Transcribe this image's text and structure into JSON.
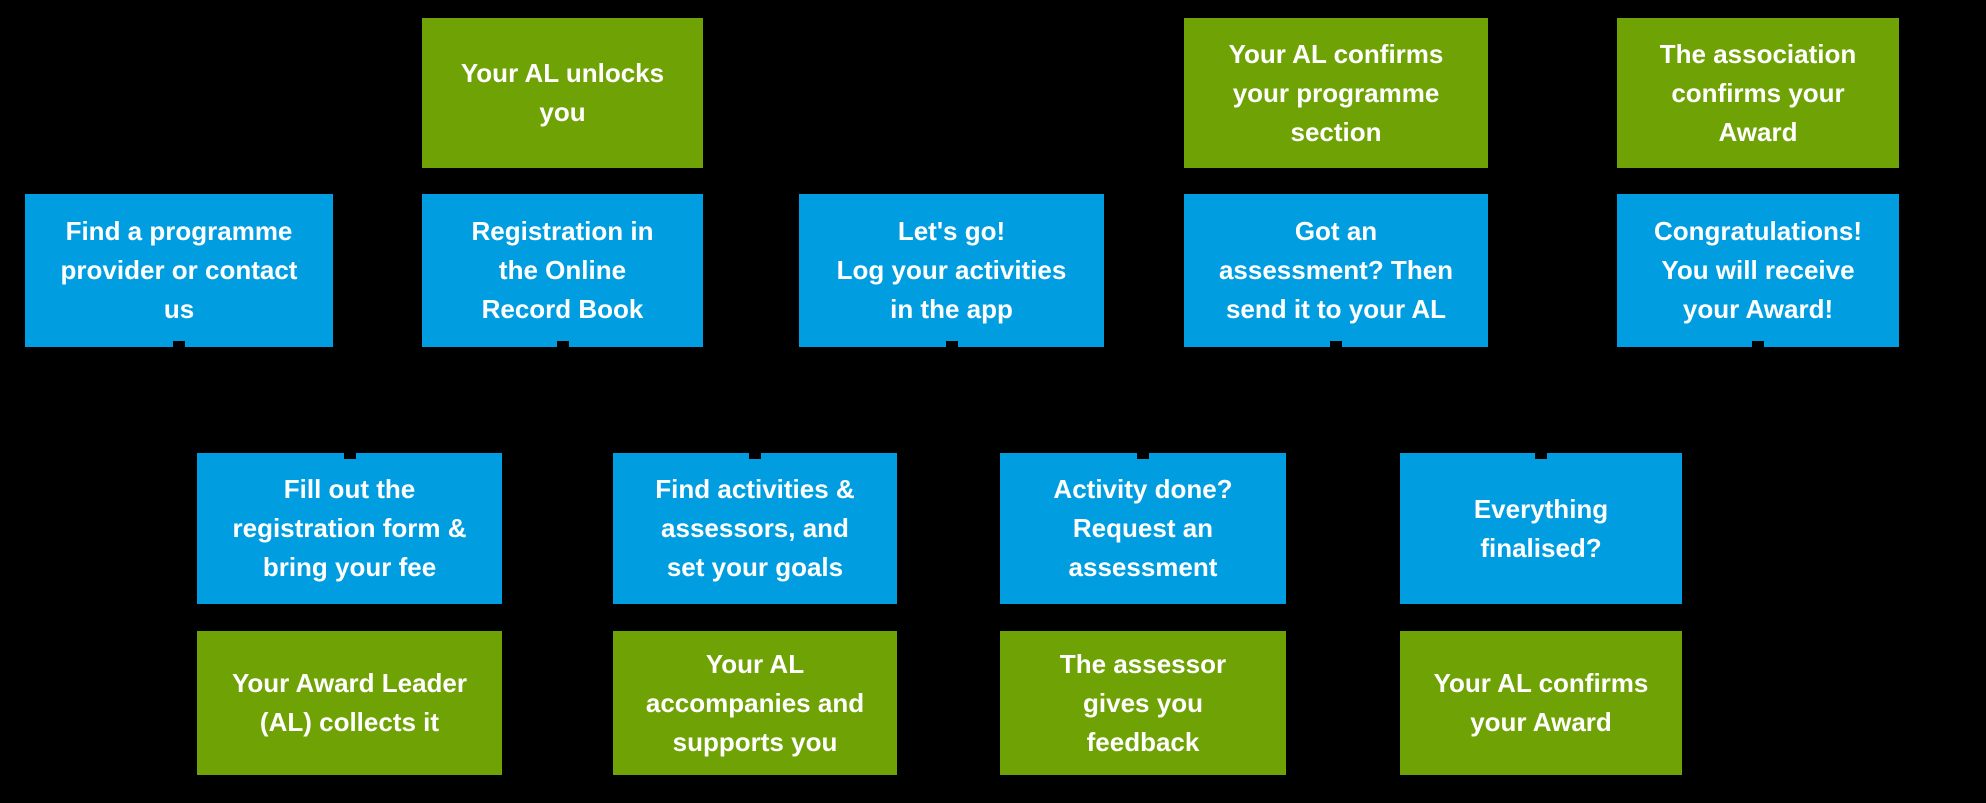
{
  "diagram": {
    "description": "Award programme journey flowchart with two rows of steps",
    "colors": {
      "background": "#000000",
      "blue": "#009EE0",
      "green": "#6FA204",
      "text": "#FFFFFF"
    }
  },
  "boxes": [
    {
      "id": "find-provider",
      "color": "blue",
      "row": "top-main",
      "text": "Find a programme\nprovider or contact\nus"
    },
    {
      "id": "al-unlocks",
      "color": "green",
      "row": "top-upper",
      "text": "Your AL unlocks\nyou"
    },
    {
      "id": "registration-orb",
      "color": "blue",
      "row": "top-main",
      "text": "Registration in\nthe Online\nRecord Book"
    },
    {
      "id": "lets-go-log",
      "color": "blue",
      "row": "top-main",
      "text": "Let's go!\nLog your activities\nin the app"
    },
    {
      "id": "al-confirms-section",
      "color": "green",
      "row": "top-upper",
      "text": "Your AL confirms\nyour programme\nsection"
    },
    {
      "id": "got-assessment",
      "color": "blue",
      "row": "top-main",
      "text": "Got an\nassessment? Then\nsend it to your AL"
    },
    {
      "id": "association-confirms",
      "color": "green",
      "row": "top-upper",
      "text": "The association\nconfirms your\nAward"
    },
    {
      "id": "congratulations",
      "color": "blue",
      "row": "top-main",
      "text": "Congratulations!\nYou will receive\nyour Award!"
    },
    {
      "id": "fill-out-form",
      "color": "blue",
      "row": "bottom-main",
      "text": "Fill out the\nregistration form &\nbring your fee"
    },
    {
      "id": "al-collects",
      "color": "green",
      "row": "bottom-lower",
      "text": "Your Award Leader\n(AL) collects it"
    },
    {
      "id": "find-activities",
      "color": "blue",
      "row": "bottom-main",
      "text": "Find activities &\nassessors, and\nset your goals"
    },
    {
      "id": "al-accompanies",
      "color": "green",
      "row": "bottom-lower",
      "text": "Your AL\naccompanies and\nsupports you"
    },
    {
      "id": "activity-done",
      "color": "blue",
      "row": "bottom-main",
      "text": "Activity done?\nRequest an\nassessment"
    },
    {
      "id": "assessor-feedback",
      "color": "green",
      "row": "bottom-lower",
      "text": "The assessor\ngives you\nfeedback"
    },
    {
      "id": "everything-finalised",
      "color": "blue",
      "row": "bottom-main",
      "text": "Everything\nfinalised?"
    },
    {
      "id": "al-confirms-award",
      "color": "green",
      "row": "bottom-lower",
      "text": "Your AL confirms\nyour Award"
    }
  ]
}
